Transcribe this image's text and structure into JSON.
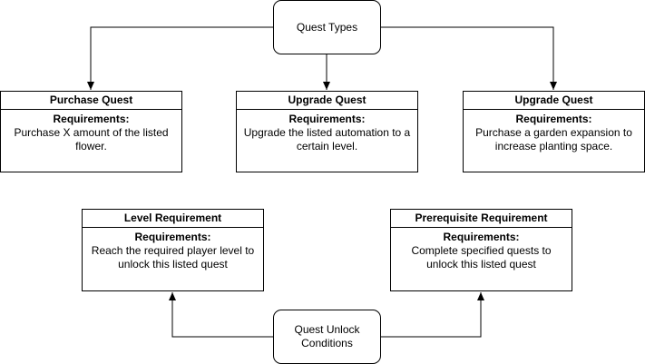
{
  "quest_types": {
    "label": "Quest Types",
    "cards": [
      {
        "title": "Purchase Quest",
        "requirements_heading": "Requirements:",
        "text": "Purchase X amount of the listed flower."
      },
      {
        "title": "Upgrade Quest",
        "requirements_heading": "Requirements:",
        "text": "Upgrade the listed automation to a certain level."
      },
      {
        "title": "Upgrade Quest",
        "requirements_heading": "Requirements:",
        "text": "Purchase a garden expansion to increase planting space."
      }
    ]
  },
  "unlock_conditions": {
    "label": "Quest Unlock Conditions",
    "cards": [
      {
        "title": "Level Requirement",
        "requirements_heading": "Requirements:",
        "text": "Reach the required player level to unlock this listed quest"
      },
      {
        "title": "Prerequisite Requirement",
        "requirements_heading": "Requirements:",
        "text": "Complete specified quests to unlock this listed quest"
      }
    ]
  },
  "colors": {
    "stroke": "#000000",
    "fill": "#ffffff"
  }
}
